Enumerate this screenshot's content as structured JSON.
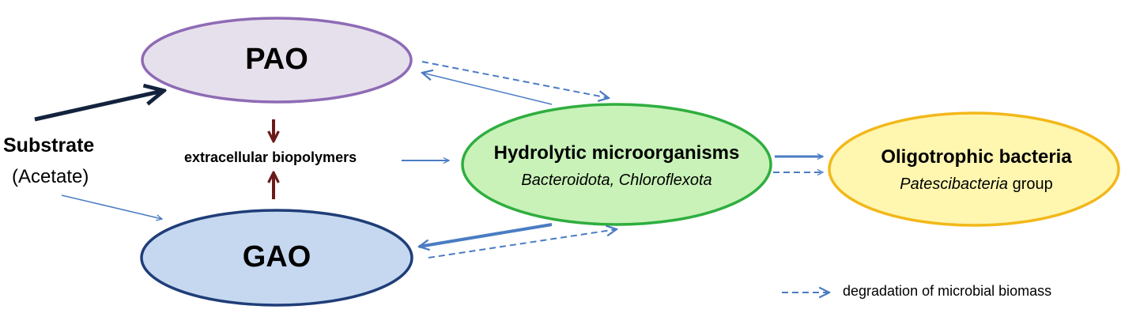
{
  "nodes": {
    "pao": {
      "label": "PAO",
      "fill": "#e6e0ec",
      "stroke": "#8e6bb5"
    },
    "gao": {
      "label": "GAO",
      "fill": "#c6d8f0",
      "stroke": "#1f3e78"
    },
    "hydrolytic": {
      "title": "Hydrolytic microorganisms",
      "subtitle": "Bacteroidota, Chloroflexota",
      "fill": "#c8f2b8",
      "stroke": "#2fae3f"
    },
    "oligotrophic": {
      "title": "Oligotrophic bacteria",
      "subtitle_italic": "Patescibacteria",
      "subtitle_rest": " group",
      "fill": "#fff6b0",
      "stroke": "#f2b81a"
    }
  },
  "substrate": {
    "title": "Substrate",
    "subtitle": "(Acetate)"
  },
  "biopolymers": {
    "label": "extracellular biopolymers"
  },
  "legend": {
    "label": "degradation of microbial biomass"
  },
  "colors": {
    "arrow_blue": "#4a7cc2",
    "arrow_navy": "#13233e",
    "arrow_brown": "#6b1a1a"
  }
}
